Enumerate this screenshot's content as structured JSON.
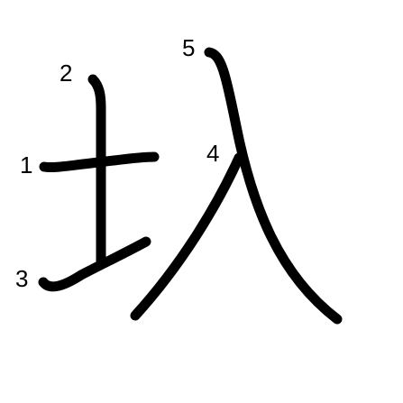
{
  "character": {
    "glyph": "圦",
    "stroke_color": "#000000",
    "label_color": "#000000",
    "background": "#ffffff",
    "strokes": [
      {
        "order": "1",
        "label": "1"
      },
      {
        "order": "2",
        "label": "2"
      },
      {
        "order": "3",
        "label": "3"
      },
      {
        "order": "4",
        "label": "4"
      },
      {
        "order": "5",
        "label": "5"
      }
    ]
  }
}
